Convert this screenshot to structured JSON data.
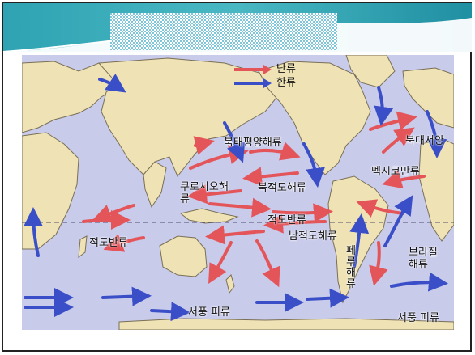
{
  "legend": {
    "warm_label": "난류",
    "cold_label": "한류",
    "warm_color": "#e4555a",
    "cold_color": "#3a4fc7"
  },
  "map": {
    "ocean_color": "#c9cbeb",
    "land_color": "#efe3b6",
    "labels": {
      "north_pacific": "북태평양해류",
      "kuroshio": "쿠로시오해류",
      "north_equatorial": "북적도해류",
      "equatorial_counter": "적도반류",
      "south_equatorial_1": "남적도해류",
      "indian_counter": "적도반류",
      "north_atlantic": "북대서양",
      "gulf": "멕시코만류",
      "peru": "페루해류",
      "brazil": "브라질해류",
      "west_wind_left": "서풍 피류",
      "west_wind_right": "서풍 피류"
    }
  }
}
